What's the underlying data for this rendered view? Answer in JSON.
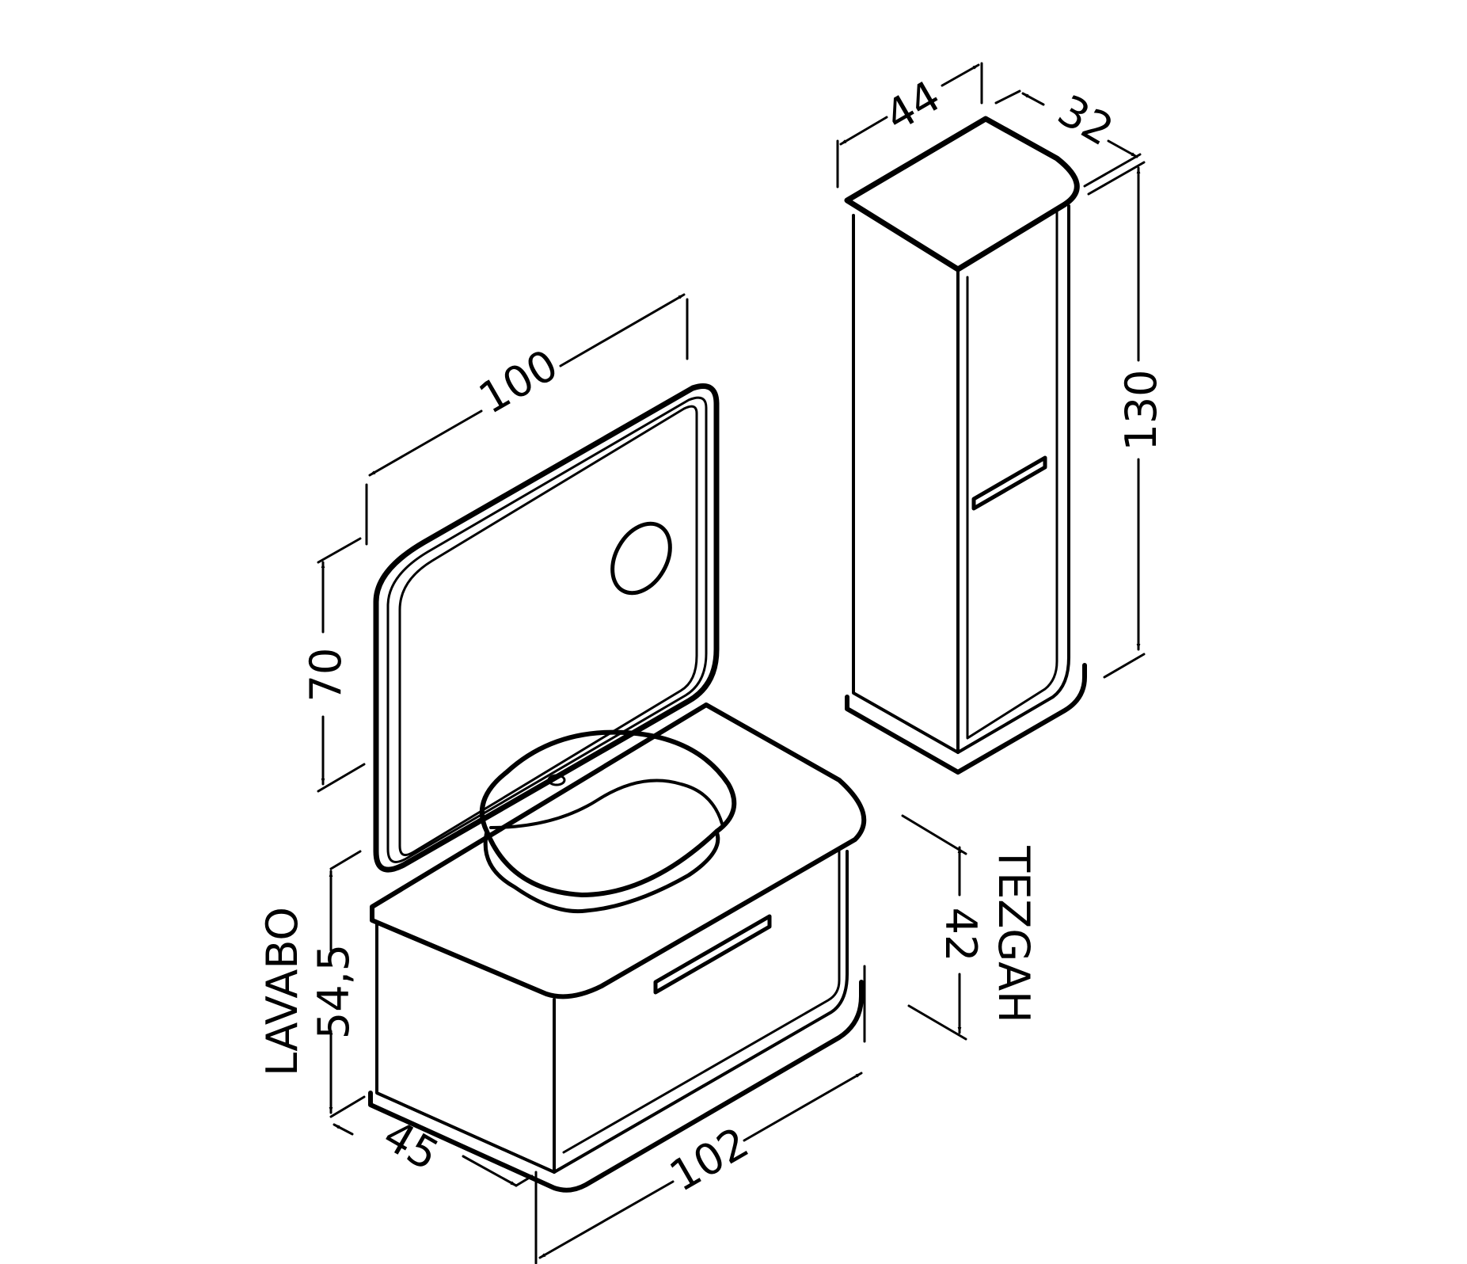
{
  "dimensions": {
    "mirror_width": "100",
    "mirror_height": "70",
    "cabinet_width": "44",
    "cabinet_depth": "32",
    "cabinet_height": "130",
    "vanity_width": "102",
    "vanity_depth": "45",
    "lavabo_height": "54,5",
    "tezgah_height": "42"
  },
  "labels": {
    "lavabo": "LAVABO",
    "tezgah": "TEZGAH"
  },
  "colors": {
    "line": "#000000",
    "background": "#ffffff"
  }
}
